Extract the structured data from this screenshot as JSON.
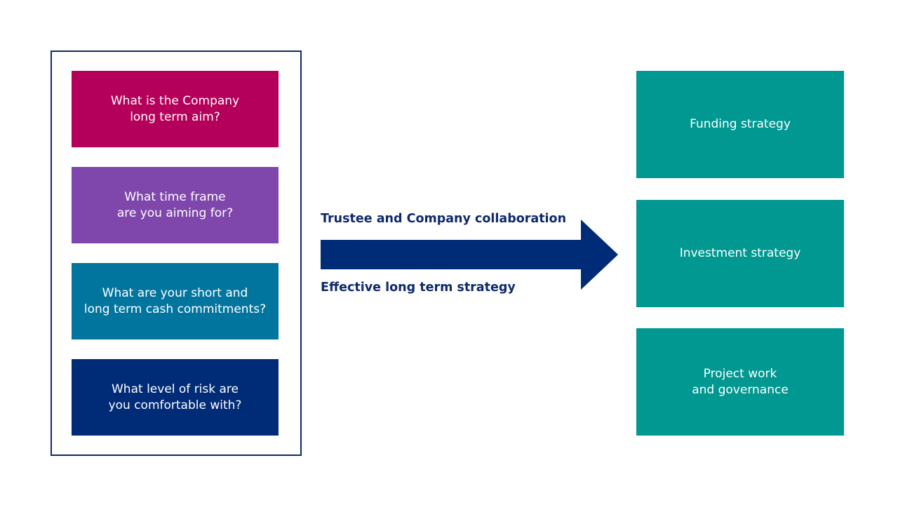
{
  "questions": [
    {
      "text": "What is the Company\nlong term aim?",
      "color": "#b4005a"
    },
    {
      "text": "What time frame\nare you aiming for?",
      "color": "#7f47ab"
    },
    {
      "text": "What are your short and\nlong term cash commitments?",
      "color": "#02759f"
    },
    {
      "text": "What level of risk are\nyou comfortable with?",
      "color": "#002b77"
    }
  ],
  "arrow": {
    "top_label": "Trustee and Company collaboration",
    "bottom_label": "Effective long term strategy",
    "color": "#002b77"
  },
  "strategies": [
    {
      "text": "Funding strategy"
    },
    {
      "text": "Investment strategy"
    },
    {
      "text": "Project work\nand governance"
    }
  ],
  "strategy_color": "#009891",
  "frame_color": "#0e2a6b"
}
